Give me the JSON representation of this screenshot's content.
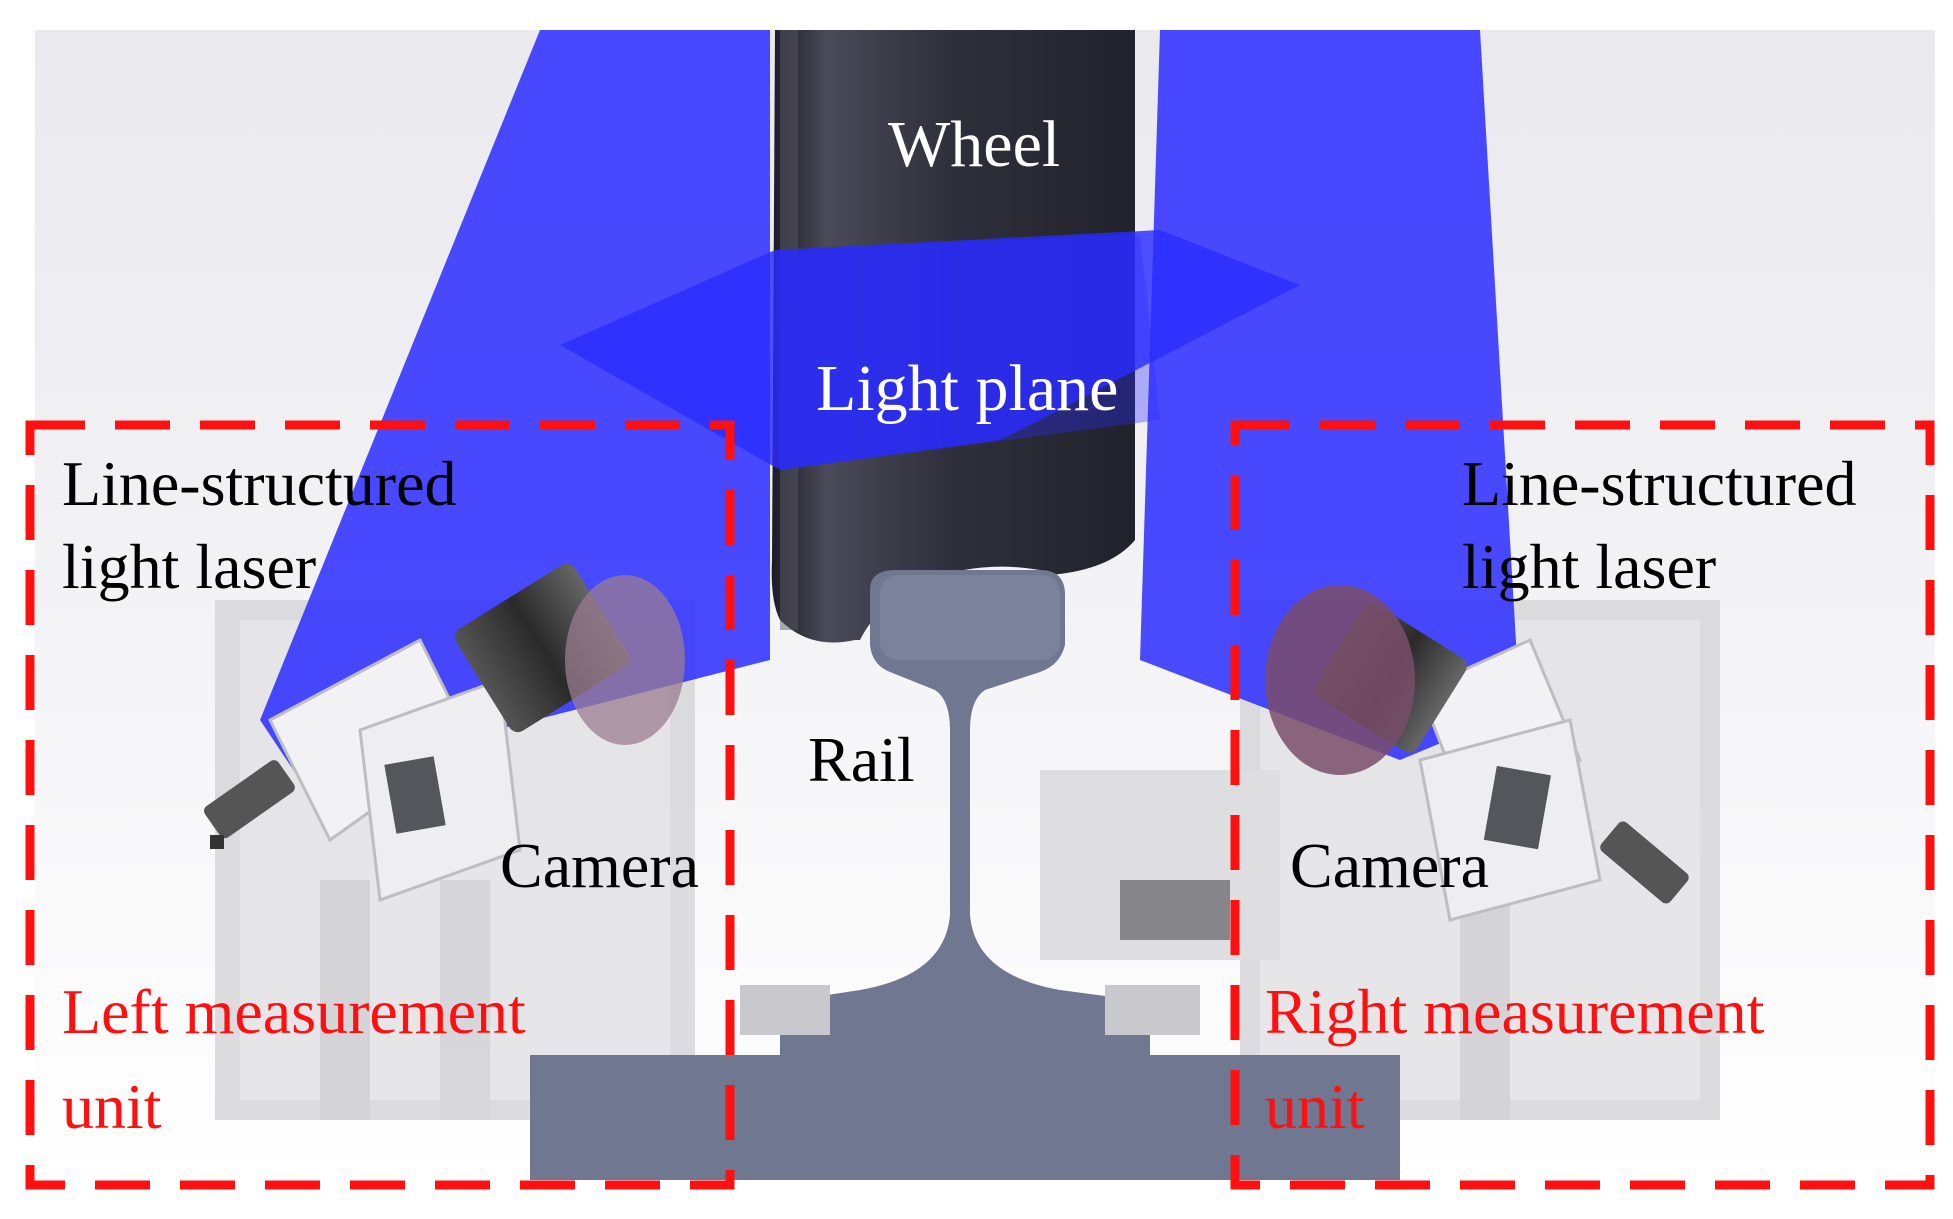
{
  "labels": {
    "wheel": "Wheel",
    "light_plane": "Light plane",
    "rail": "Rail",
    "left_laser_line1": "Line-structured",
    "left_laser_line2": "light laser",
    "right_laser_line1": "Line-structured",
    "right_laser_line2": "light laser",
    "left_camera": "Camera",
    "right_camera": "Camera",
    "left_unit_line1": "Left measurement",
    "left_unit_line2": "unit",
    "right_unit_line1": "Right measurement",
    "right_unit_line2": "unit"
  },
  "colors": {
    "laser_blue": "#2a2cff",
    "unit_box_red": "#ff1010",
    "wheel_dark": "#2e2e3a",
    "rail_gray": "#6f7791"
  }
}
